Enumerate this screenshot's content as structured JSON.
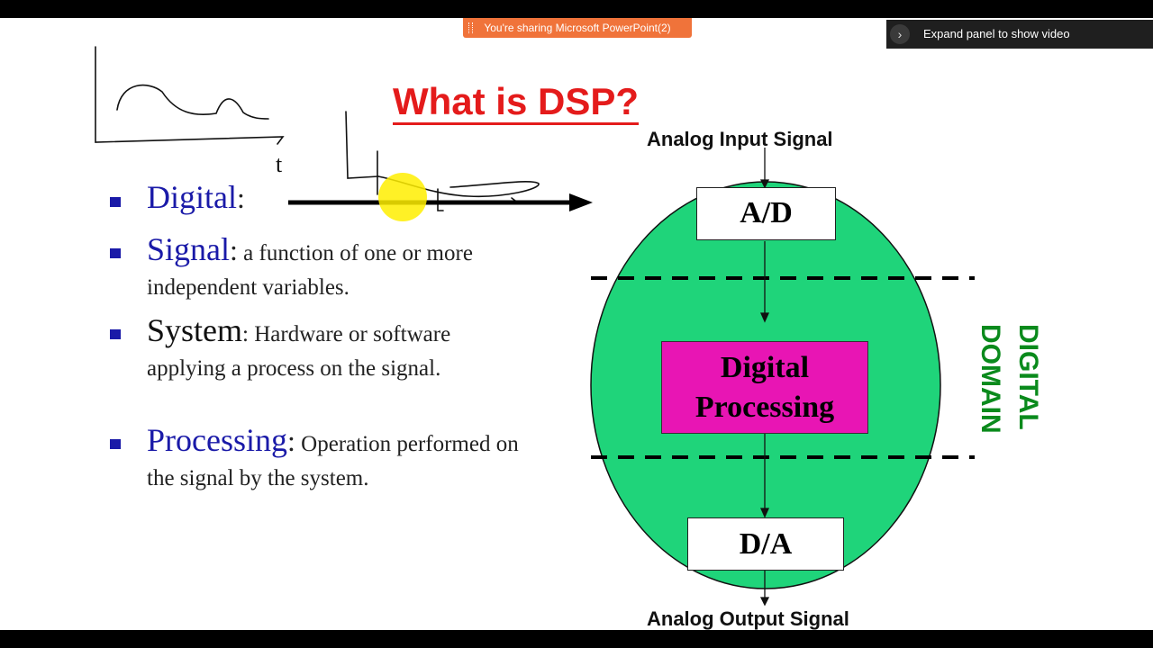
{
  "share_banner": {
    "text": "You're sharing Microsoft PowerPoint(2)"
  },
  "video_panel": {
    "label": "Expand panel to show video",
    "icon": "chevron-right-icon"
  },
  "slide": {
    "title": "What is DSP?",
    "bullets": [
      {
        "term": "Digital",
        "colon": ":",
        "desc": ""
      },
      {
        "term": "Signal",
        "colon": ":",
        "desc": " a function of one or more independent variables."
      },
      {
        "term": "System",
        "colon": ":",
        "desc": " Hardware or software applying a process on the signal."
      },
      {
        "term": "Processing",
        "colon": ":",
        "desc": " Operation performed on the signal by the system."
      }
    ],
    "annotation_t": "t",
    "diagram": {
      "input_label": "Analog Input Signal",
      "ad_label": "A/D",
      "processing_label": "Digital Processing",
      "da_label": "D/A",
      "output_label": "Analog Output Signal",
      "domain_label": "DIGITAL DOMAIN"
    }
  },
  "colors": {
    "title": "#e41b1b",
    "term": "#1a1aa8",
    "ellipse": "#1fd47a",
    "processing_box": "#e815b4",
    "domain_text": "#0a8a1c",
    "banner": "#f0733a"
  }
}
